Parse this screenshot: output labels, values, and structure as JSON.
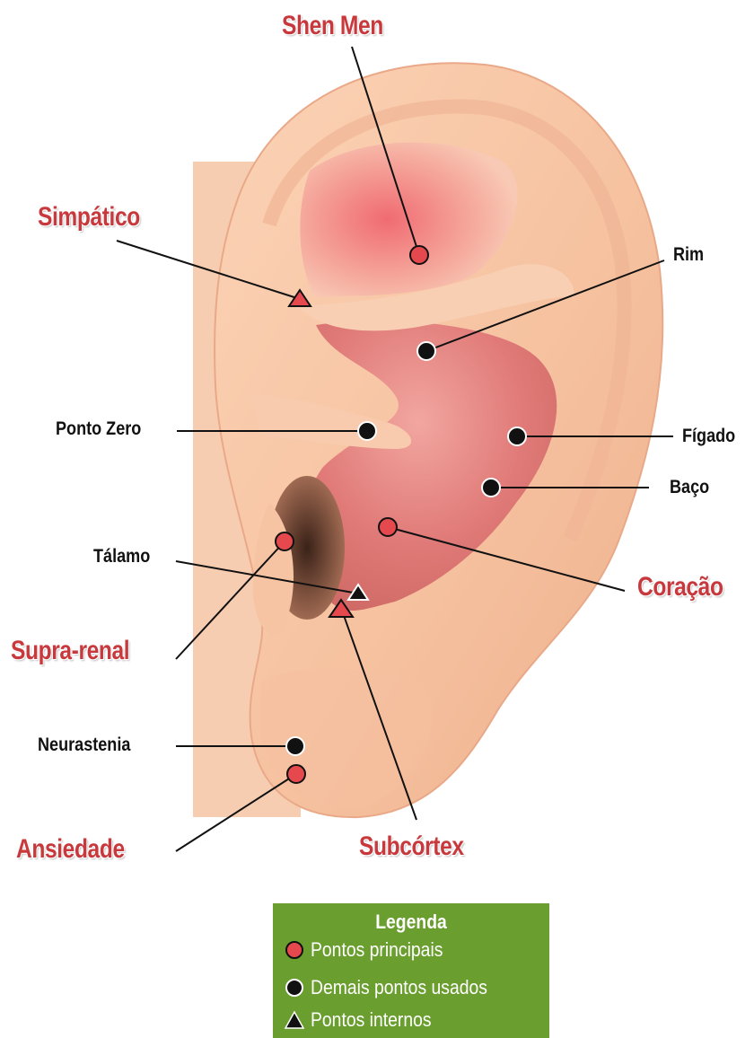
{
  "colors": {
    "main_point": "#e5484d",
    "other_point": "#111111",
    "label_red": "#c8393d",
    "legend_bg": "#6a9e2e"
  },
  "labels": {
    "shen_men": "Shen Men",
    "simpatico": "Simpático",
    "rim": "Rim",
    "ponto_zero": "Ponto Zero",
    "figado": "Fígado",
    "baco": "Baço",
    "talamo": "Tálamo",
    "coracao": "Coração",
    "supra_renal": "Supra-renal",
    "neurastenia": "Neurastenia",
    "ansiedade": "Ansiedade",
    "subcortex": "Subcórtex"
  },
  "legend": {
    "title": "Legenda",
    "items": [
      {
        "symbol": "red-circle",
        "label": "Pontos principais"
      },
      {
        "symbol": "black-circle",
        "label": "Demais pontos usados"
      },
      {
        "symbol": "black-triangle",
        "label": "Pontos internos"
      }
    ]
  }
}
